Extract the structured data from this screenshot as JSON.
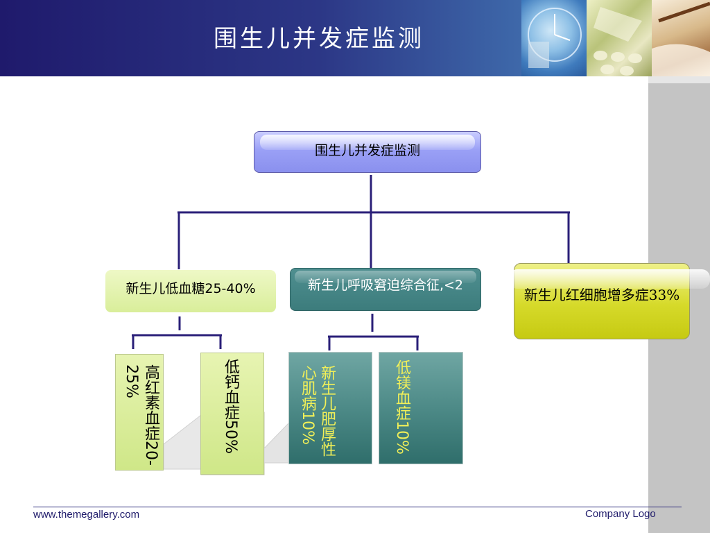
{
  "header": {
    "title": "围生儿并发症监测"
  },
  "diagram": {
    "root": {
      "label": "围生儿并发症监测"
    },
    "children": [
      {
        "label": "新生儿低血糖25-40%",
        "children": [
          {
            "label": "高红素血症20-25%"
          },
          {
            "label": "低钙血症50%"
          }
        ]
      },
      {
        "label": "新生儿呼吸窘迫综合征,<2",
        "children": [
          {
            "label": "新生儿肥厚性心肌病10%"
          },
          {
            "label": "低镁血症10%"
          }
        ]
      },
      {
        "label": "新生儿红细胞增多症33%"
      }
    ]
  },
  "footer": {
    "url": "www.themegallery.com",
    "logo": "Company Logo"
  },
  "colors": {
    "header_dark": "#1f1a6c",
    "connector": "#2a1f78",
    "root_fill": "#9aa0f6",
    "green_fill": "#d9ee9a",
    "teal_fill": "#3c7c7c",
    "yellow_fill": "#d6da2a",
    "teal_text": "#f2f058"
  }
}
